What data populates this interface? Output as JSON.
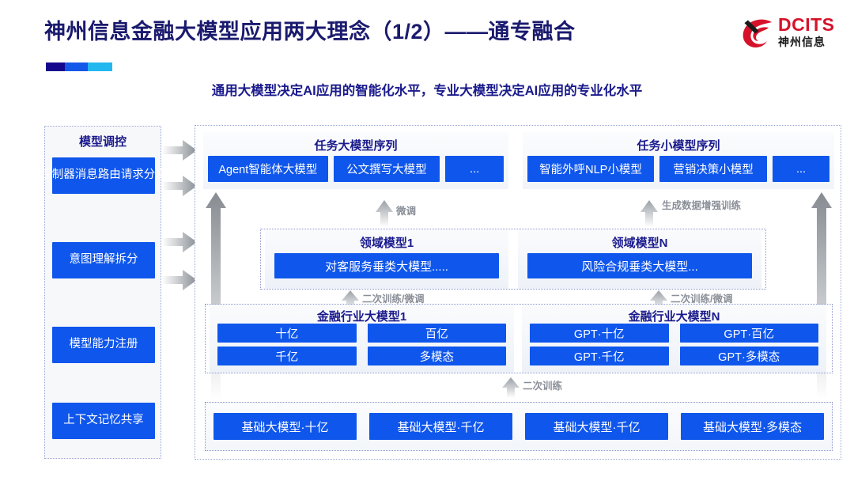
{
  "header": {
    "title": "神州信息金融大模型应用两大理念（1/2）——通专融合",
    "subtitle": "通用大模型决定AI应用的智能化水平，专业大模型决定AI应用的专业化水平",
    "logo": {
      "brand": "DCITS",
      "brand_cn": "神州信息",
      "mark": "dcits-swirl-icon"
    },
    "accent_bar": [
      "#16088c",
      "#1358e8",
      "#22b7ef"
    ]
  },
  "colors": {
    "blue_box": "#0f56ec",
    "heading_navy": "#1a1a8c",
    "arrow_gray": "#8a8f98",
    "dashed_border": "#9aa6d8",
    "logo_red": "#d6122b"
  },
  "left_column": {
    "title": "模型调控",
    "items": [
      {
        "label": "控制器消息路由请求分发"
      },
      {
        "label": "意图理解拆分"
      },
      {
        "label": "模型能力注册"
      },
      {
        "label": "上下文记忆共享"
      }
    ]
  },
  "task_panels": [
    {
      "title": "任务大模型序列",
      "chips": [
        {
          "label": "Agent智能体大模型",
          "flex": 152
        },
        {
          "label": "公文撰写大模型",
          "flex": 135
        },
        {
          "label": "...",
          "flex": 74
        }
      ]
    },
    {
      "title": "任务小模型序列",
      "chips": [
        {
          "label": "智能外呼NLP小模型",
          "flex": 160
        },
        {
          "label": "营销决策小模型",
          "flex": 136
        },
        {
          "label": "...",
          "flex": 72
        }
      ]
    }
  ],
  "domain_models": [
    {
      "title": "领域模型1",
      "chip": "对客服务垂类大模型....."
    },
    {
      "title": "领域模型N",
      "chip": "风险合规垂类大模型..."
    }
  ],
  "industry_models": [
    {
      "title": "金融行业大模型1",
      "cells": [
        "十亿",
        "百亿",
        "千亿",
        "多模态"
      ]
    },
    {
      "title": "金融行业大模型N",
      "cells": [
        "GPT·十亿",
        "GPT·百亿",
        "GPT·千亿",
        "GPT·多模态"
      ]
    }
  ],
  "base_models": [
    "基础大模型·十亿",
    "基础大模型·千亿",
    "基础大模型·千亿",
    "基础大模型·多模态"
  ],
  "arrow_labels": {
    "finetune_left": "微调",
    "gen_data_right": "生成数据增强训练",
    "retrain_left": "二次训练/微调",
    "retrain_right": "二次训练/微调",
    "second_train": "二次训练"
  }
}
